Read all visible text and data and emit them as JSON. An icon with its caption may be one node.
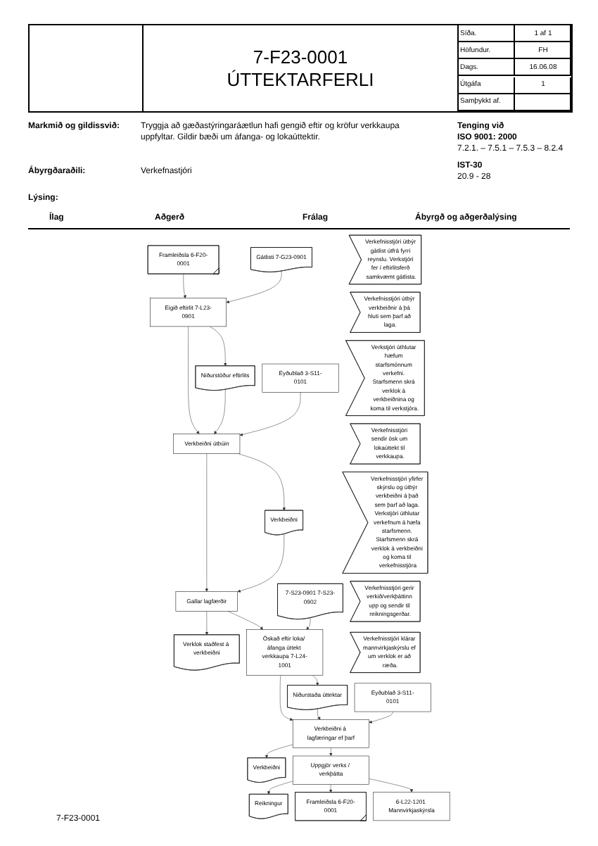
{
  "diagram": {
    "title": "7-F23-0001 ÚTTEKTARFERLI",
    "nodes": [
      {
        "text": [
          "Framleiðsla 6-F20-0001"
        ]
      },
      {
        "text": [
          "Gátlisti 7-G23-0901"
        ]
      },
      {
        "text": [
          "Eigið eftirlit 7-L23-0901"
        ]
      },
      {
        "text": [
          "Niðurstöður eftirlits"
        ]
      },
      {
        "text": [
          "Verkefnisstjóri útbýr gátlist útfrá fyrri reynslu. Verkstjóri fer í eftirlitsferð samkvæmt gátlista."
        ]
      },
      {
        "text": [
          "Eyðublað 3-S11-0101"
        ]
      },
      {
        "text": [
          "Verkbeiðni útbúin"
        ]
      },
      {
        "text": [
          "Verkbeiðni"
        ]
      },
      {
        "text": [
          "Verkefnisstjóri útbýr verkbeiðnir á þá hluti sem þarf að laga."
        ]
      },
      {
        "text": [
          "Gallar lagfærðir"
        ]
      },
      {
        "text": [
          "Verklok staðfest á verkbeiðni"
        ]
      },
      {
        "text": [
          "Verkstjóri úthlutar hæfum starfsmönnum verkefni. Starfsmenn skrá verklok á verkbeiðnina og koma til verkstjóra."
        ]
      },
      {
        "text": [
          "7-S23-0901 7-S23-0902"
        ]
      },
      {
        "text": [
          "Óskað eftir loka/ áfanga úttekt verkkaupa 7-L24-1001"
        ]
      },
      {
        "text": [
          "Niðurstaða úttektar"
        ]
      },
      {
        "text": [
          "Verkefnisstjóri sendir ósk um lokaúttekt til verkkaupa."
        ]
      },
      {
        "text": [
          "Eyðublað 3-S11-0101"
        ]
      },
      {
        "text": [
          "Verkbeiðni á lagfæringar ef þarf"
        ]
      },
      {
        "text": [
          "Verkbeiðni"
        ]
      },
      {
        "text": [
          "Verkefnisstjóri yfirfer skýrslu og útbýr verkbeiðni á það sem þarf að laga. Verkstjóri úthlutar verkefnum á hæfa starfsmenn. Starfsmenn skrá verklok á verkbeiðni og koma til verkefnisstjóra"
        ]
      },
      {
        "text": [
          "Uppgjör verks / verkþátta"
        ]
      },
      {
        "text": [
          "Reikningur"
        ]
      },
      {
        "text": [
          "Verkefnisstjóri gerir verkið/verkþáttinn upp og sendir til reikningsgerðar."
        ]
      },
      {
        "text": [
          "Framleiðsla 6-F20-0001"
        ]
      },
      {
        "text": [
          "6-L22-1201 Mannvirkjaskýrsla"
        ]
      },
      {
        "text": [
          "Verkefnisstjóri klárar mannvirkjaskýrslu ef um verklok er að ræða."
        ]
      }
    ],
    "edges": [
      {
        "from": 0,
        "to": 2,
        "arrow": "to"
      },
      {
        "from": 1,
        "to": 2,
        "arrow": "to"
      },
      {
        "from": 2,
        "to": 3,
        "arrow": "to"
      },
      {
        "from": 2,
        "to": 6,
        "arrow": "to"
      },
      {
        "from": 3,
        "to": 6,
        "arrow": "to"
      },
      {
        "from": 5,
        "to": 6,
        "arrow": "to"
      },
      {
        "from": 6,
        "to": 7,
        "arrow": "to"
      },
      {
        "from": 6,
        "to": 9,
        "arrow": "to"
      },
      {
        "from": 7,
        "to": 9,
        "arrow": "to"
      },
      {
        "from": 9,
        "to": 10,
        "arrow": "to"
      },
      {
        "from": 9,
        "to": 13,
        "arrow": "to"
      },
      {
        "from": 12,
        "to": 13,
        "arrow": "to"
      },
      {
        "from": 13,
        "to": 14,
        "arrow": "to"
      },
      {
        "from": 13,
        "to": 17,
        "arrow": "to"
      },
      {
        "from": 14,
        "to": 17,
        "arrow": "to"
      },
      {
        "from": 16,
        "to": 17,
        "arrow": "to"
      },
      {
        "from": 17,
        "to": 18,
        "arrow": "to"
      },
      {
        "from": 17,
        "to": 20,
        "arrow": "to"
      },
      {
        "from": 20,
        "to": 21,
        "arrow": "to"
      },
      {
        "from": 20,
        "to": 23,
        "arrow": "to"
      },
      {
        "from": 20,
        "to": 24,
        "arrow": "to"
      }
    ],
    "labels": [
      "Síða.",
      "1 af 1",
      "Höfundur.",
      "FH",
      "Dags.",
      "16.06.08",
      "Útgáfa",
      "1",
      "Samþykkt af.",
      "Markmið og gildissvið:",
      "Tryggja að gæðastýringaráætlun hafi gengið eftir og kröfur verkkaupa uppfyltar. Gildir bæði um áfanga- og lokaúttektir.",
      "Tenging við",
      "ISO 9001: 2000",
      "7.2.1. – 7.5.1 – 7.5.3 – 8.2.4",
      "Ábyrgðaraðili:",
      "Verkefnastjóri",
      "IST-30",
      "20.9 - 28",
      "Lýsing:",
      "Ílag",
      "Aðgerð",
      "Frálag",
      "Ábyrgð og aðgerðalýsing",
      "7-F23-0001"
    ]
  }
}
